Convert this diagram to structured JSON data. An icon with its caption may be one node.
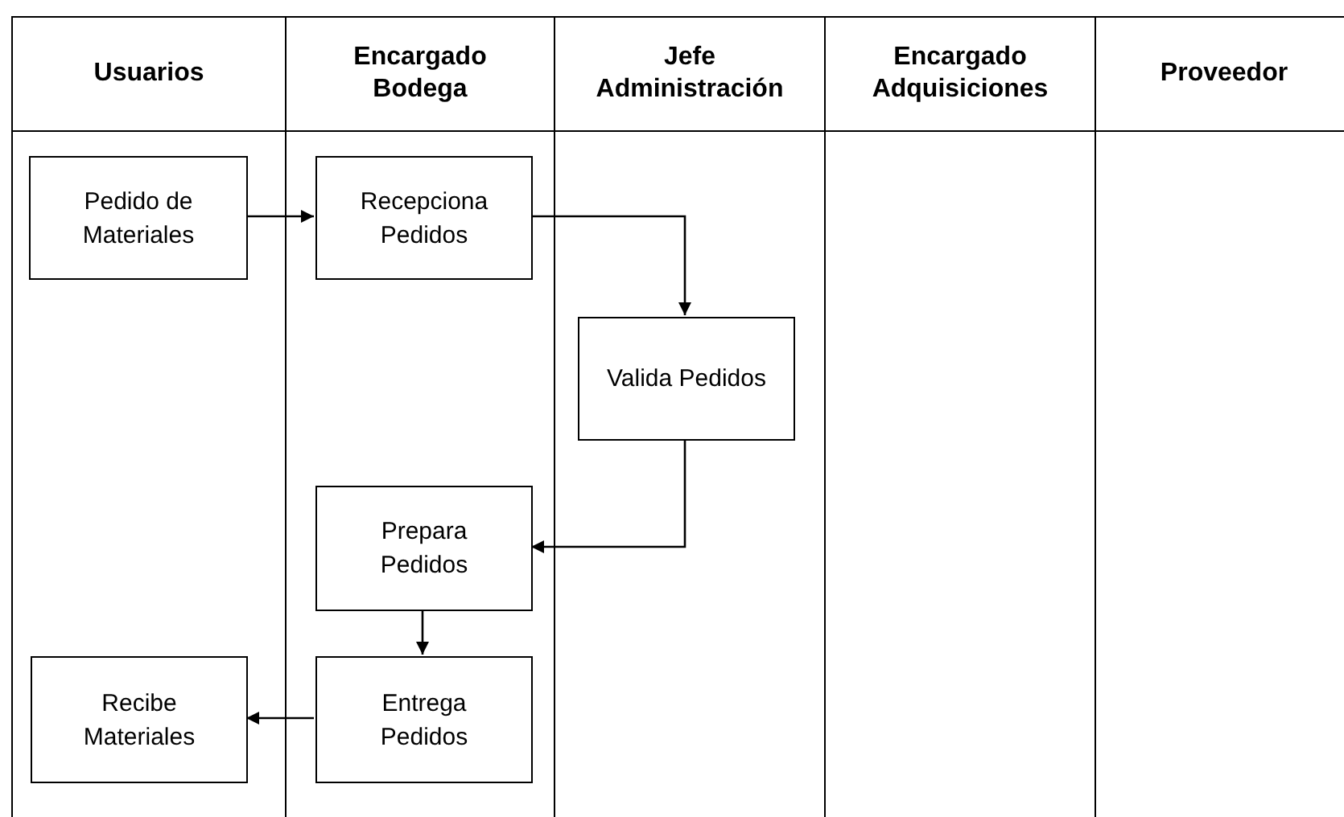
{
  "diagram": {
    "nodes": [
      {
        "text": [
          "Usuarios"
        ]
      },
      {
        "text": [
          "Encargado Bodega"
        ]
      },
      {
        "text": [
          "Jefe Administración"
        ]
      },
      {
        "text": [
          "Encargado Adquisiciones"
        ]
      },
      {
        "text": [
          "Proveedor"
        ]
      },
      {
        "text": [
          "Pedido de Materiales"
        ],
        "in": 0
      },
      {
        "text": [
          "Recepciona Pedidos"
        ],
        "in": 1
      },
      {
        "text": [
          "Valida Pedidos"
        ],
        "in": 2
      },
      {
        "text": [
          "Prepara Pedidos"
        ],
        "in": 1
      },
      {
        "text": [
          "Entrega Pedidos"
        ],
        "in": 1
      },
      {
        "text": [
          "Recibe Materiales"
        ],
        "in": 0
      }
    ],
    "edges": [
      {
        "from": 5,
        "to": 6,
        "arrow": "to"
      },
      {
        "from": 6,
        "to": 7,
        "arrow": "to"
      },
      {
        "from": 7,
        "to": 8,
        "arrow": "to"
      },
      {
        "from": 8,
        "to": 9,
        "arrow": "to"
      },
      {
        "from": 9,
        "to": 10,
        "arrow": "to"
      }
    ]
  }
}
